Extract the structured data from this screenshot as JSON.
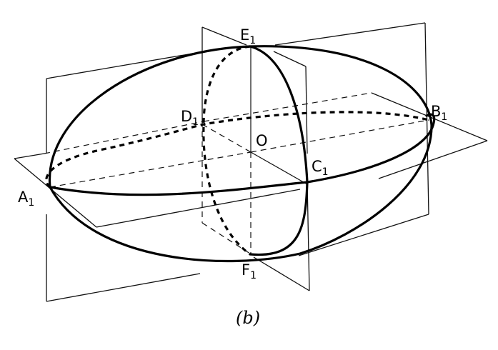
{
  "labels": {
    "A": {
      "main": "A",
      "sub": "1"
    },
    "B": {
      "main": "B",
      "sub": "1"
    },
    "C": {
      "main": "C",
      "sub": "1"
    },
    "D": {
      "main": "D",
      "sub": "1"
    },
    "E": {
      "main": "E",
      "sub": "1"
    },
    "F": {
      "main": "F",
      "sub": "1"
    },
    "O": {
      "main": "O"
    }
  },
  "caption": "(b)"
}
